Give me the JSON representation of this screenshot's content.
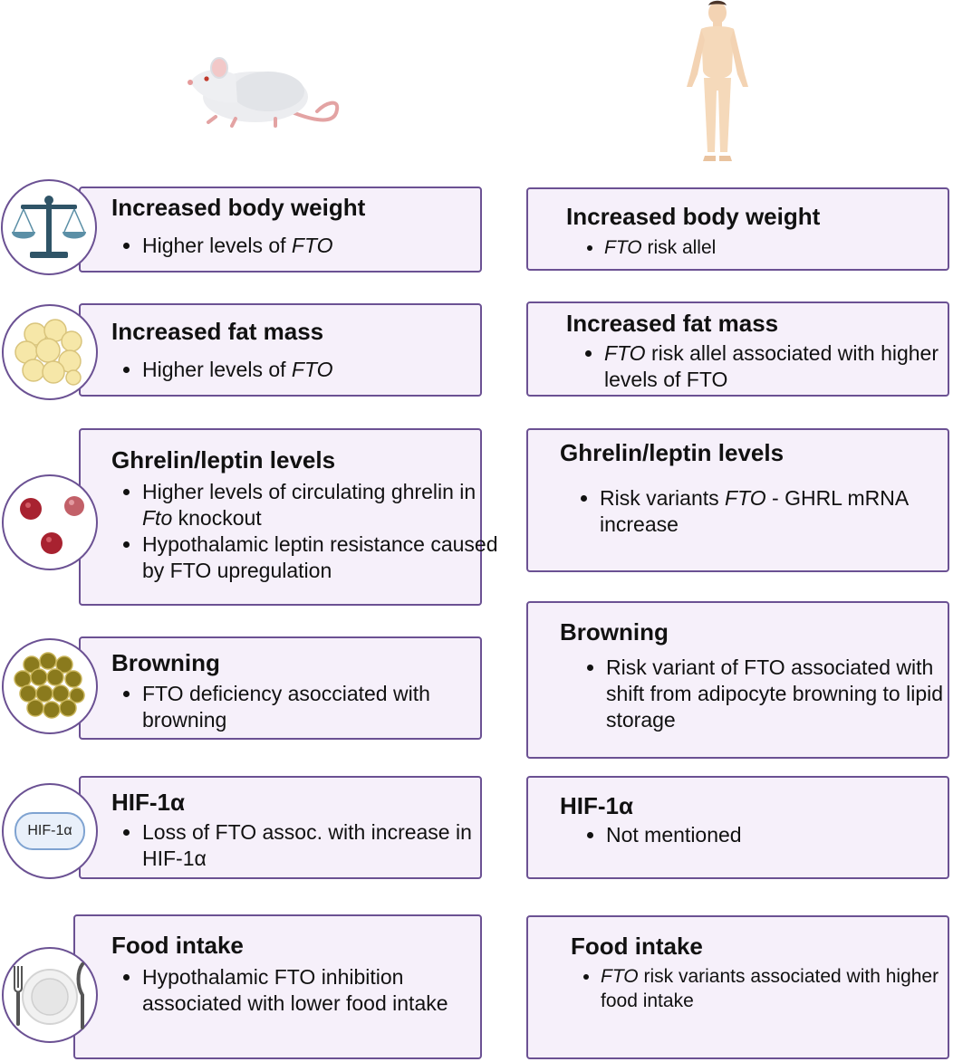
{
  "mouse_rows": [
    {
      "heading": "Increased body weight",
      "bullets": [
        {
          "pre": "Higher levels of ",
          "em": "FTO",
          "post": ""
        }
      ]
    },
    {
      "heading": "Increased fat mass",
      "bullets": [
        {
          "pre": "Higher levels of ",
          "em": "FTO",
          "post": ""
        }
      ]
    },
    {
      "heading": "Ghrelin/leptin levels",
      "bullets": [
        {
          "pre": "Higher levels of circulating ghrelin in ",
          "em": "Fto",
          "post": " knockout"
        },
        {
          "pre": "Hypothalamic leptin resistance caused by FTO upregulation",
          "em": "",
          "post": ""
        }
      ]
    },
    {
      "heading": "Browning",
      "bullets": [
        {
          "pre": "FTO deficiency asocciated with browning",
          "em": "",
          "post": ""
        }
      ]
    },
    {
      "heading": "HIF-1α",
      "bullets": [
        {
          "pre": "Loss of FTO assoc. with increase in HIF-1α",
          "em": "",
          "post": ""
        }
      ]
    },
    {
      "heading": "Food intake",
      "bullets": [
        {
          "pre": "Hypothalamic FTO inhibition associated with lower food intake",
          "em": "",
          "post": ""
        }
      ]
    }
  ],
  "human_rows": [
    {
      "heading": "Increased body weight",
      "bullets": [
        {
          "pre": "",
          "em": "FTO",
          "post": " risk allel"
        }
      ]
    },
    {
      "heading": "Increased fat mass",
      "bullets": [
        {
          "pre": "",
          "em": "FTO",
          "post": " risk allel associated with higher levels of FTO"
        }
      ]
    },
    {
      "heading": "Ghrelin/leptin levels",
      "bullets": [
        {
          "pre": "Risk variants ",
          "em": "FTO",
          "post": " - GHRL mRNA increase"
        }
      ]
    },
    {
      "heading": "Browning",
      "bullets": [
        {
          "pre": "Risk variant of FTO associated with shift from adipocyte browning to lipid storage",
          "em": "",
          "post": ""
        }
      ]
    },
    {
      "heading": "HIF-1α",
      "bullets": [
        {
          "pre": "Not mentioned",
          "em": "",
          "post": ""
        }
      ]
    },
    {
      "heading": "Food intake",
      "bullets": [
        {
          "pre": "",
          "em": "FTO",
          "post": " risk variants associated with higher food intake"
        }
      ]
    }
  ],
  "icons": [
    "balance-scale-icon",
    "fat-cells-icon",
    "blood-cells-icon",
    "brown-fat-icon",
    "hif-1a-protein-icon",
    "plate-cutlery-icon"
  ],
  "hif_pill_label": "HIF-1α",
  "colors": {
    "card_border": "#6b5193",
    "card_fill": "#f6f0fa"
  }
}
